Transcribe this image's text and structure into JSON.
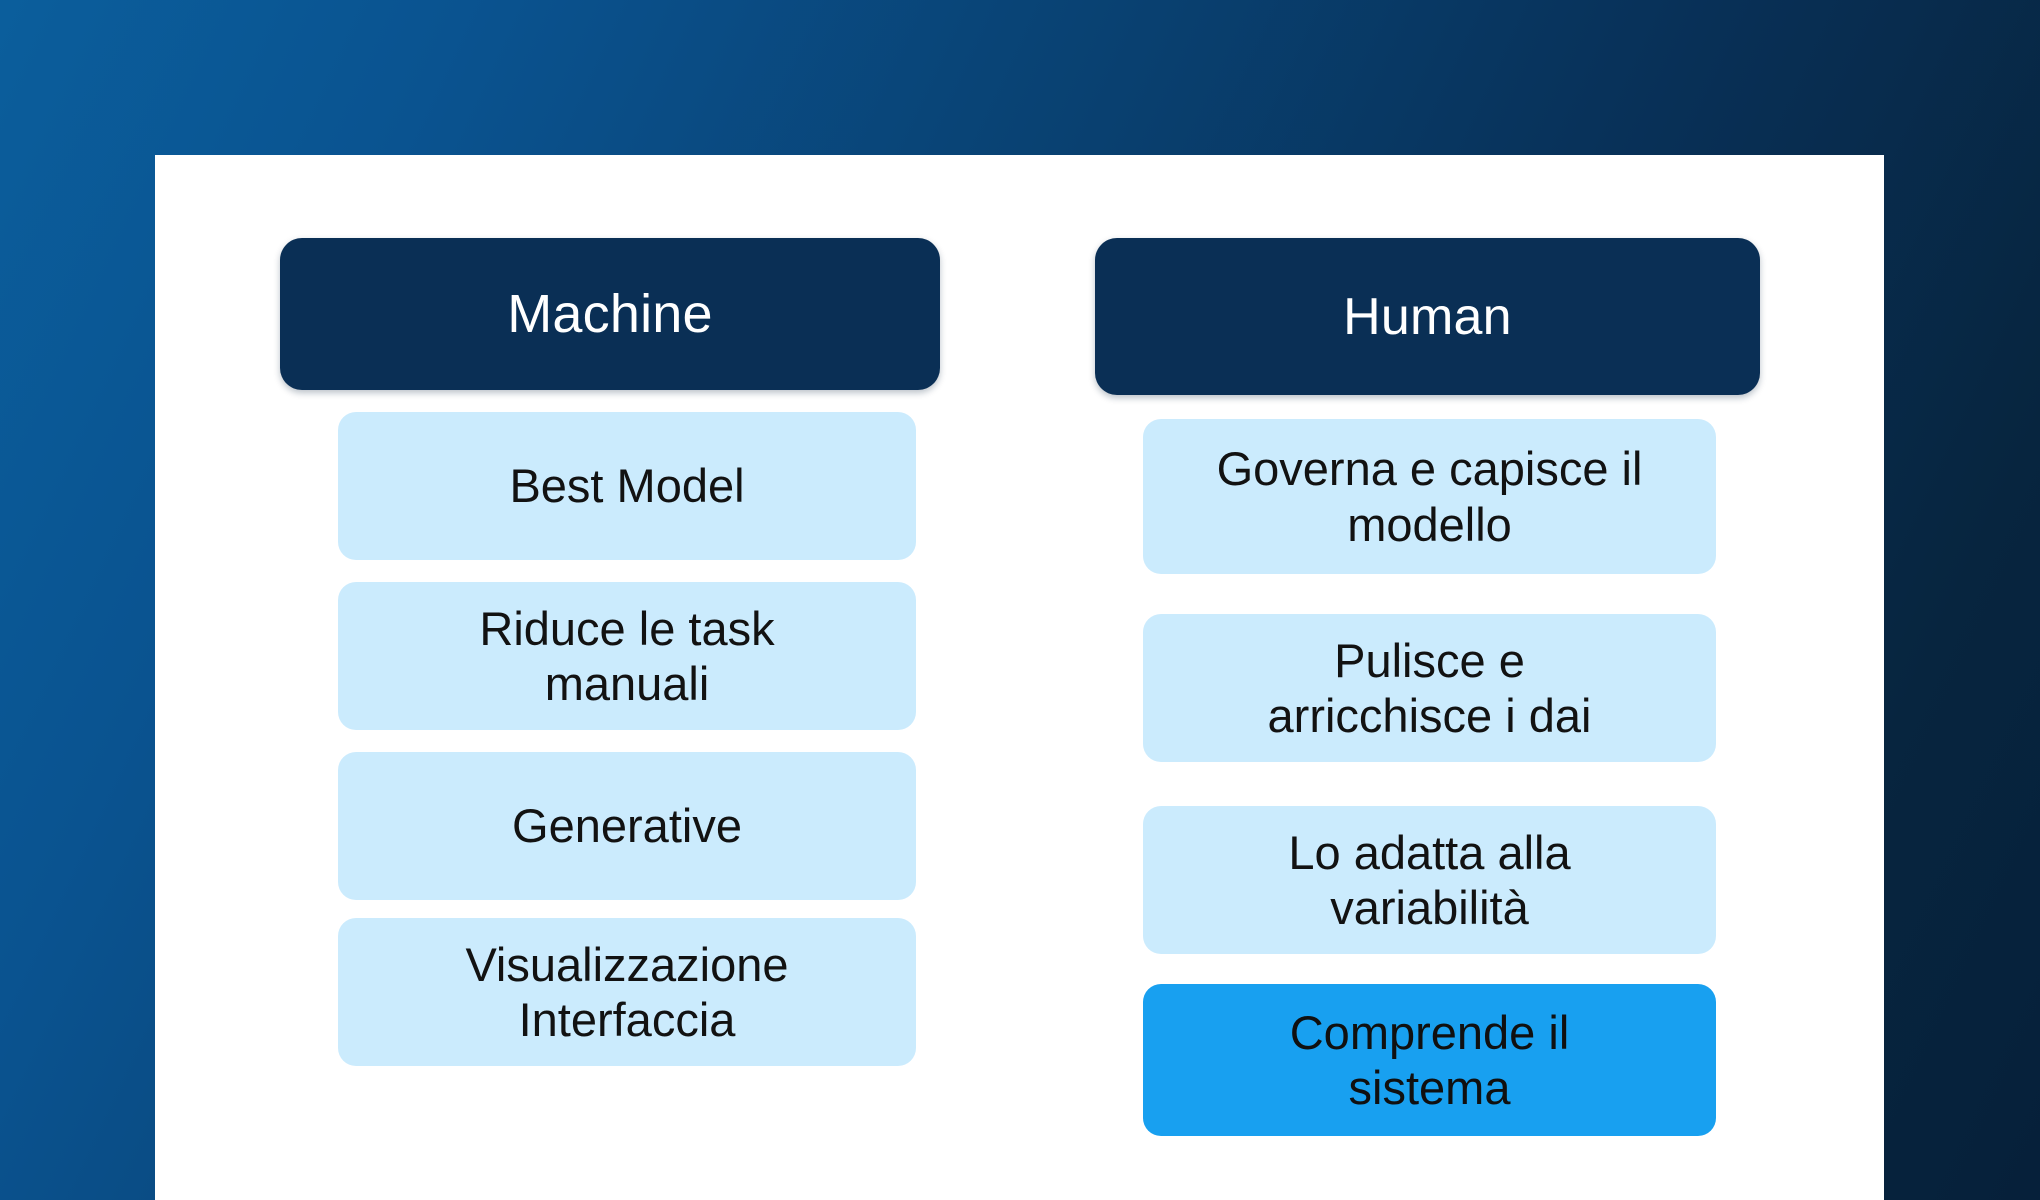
{
  "theme": {
    "background_gradient_from": "#0b5e9c",
    "background_gradient_to": "#06203a",
    "panel_background": "#ffffff",
    "header_background": "#0a2f55",
    "header_text_color": "#ffffff",
    "card_background": "#cbebfd",
    "card_text_color": "#121212",
    "highlight_card_background": "#18a0f0"
  },
  "columns": [
    {
      "id": "machine",
      "header": "Machine",
      "cards": [
        {
          "label": "Best Model",
          "highlight": false
        },
        {
          "label": "Riduce le task\nmanuali",
          "highlight": false
        },
        {
          "label": "Generative",
          "highlight": false
        },
        {
          "label": "Visualizzazione\nInterfaccia",
          "highlight": false
        }
      ]
    },
    {
      "id": "human",
      "header": "Human",
      "cards": [
        {
          "label": "Governa e capisce il\nmodello",
          "highlight": false
        },
        {
          "label": "Pulisce e\narricchisce i dai",
          "highlight": false
        },
        {
          "label": "Lo adatta alla\nvariabilità",
          "highlight": false
        },
        {
          "label": "Comprende il\nsistema",
          "highlight": true
        }
      ]
    }
  ]
}
